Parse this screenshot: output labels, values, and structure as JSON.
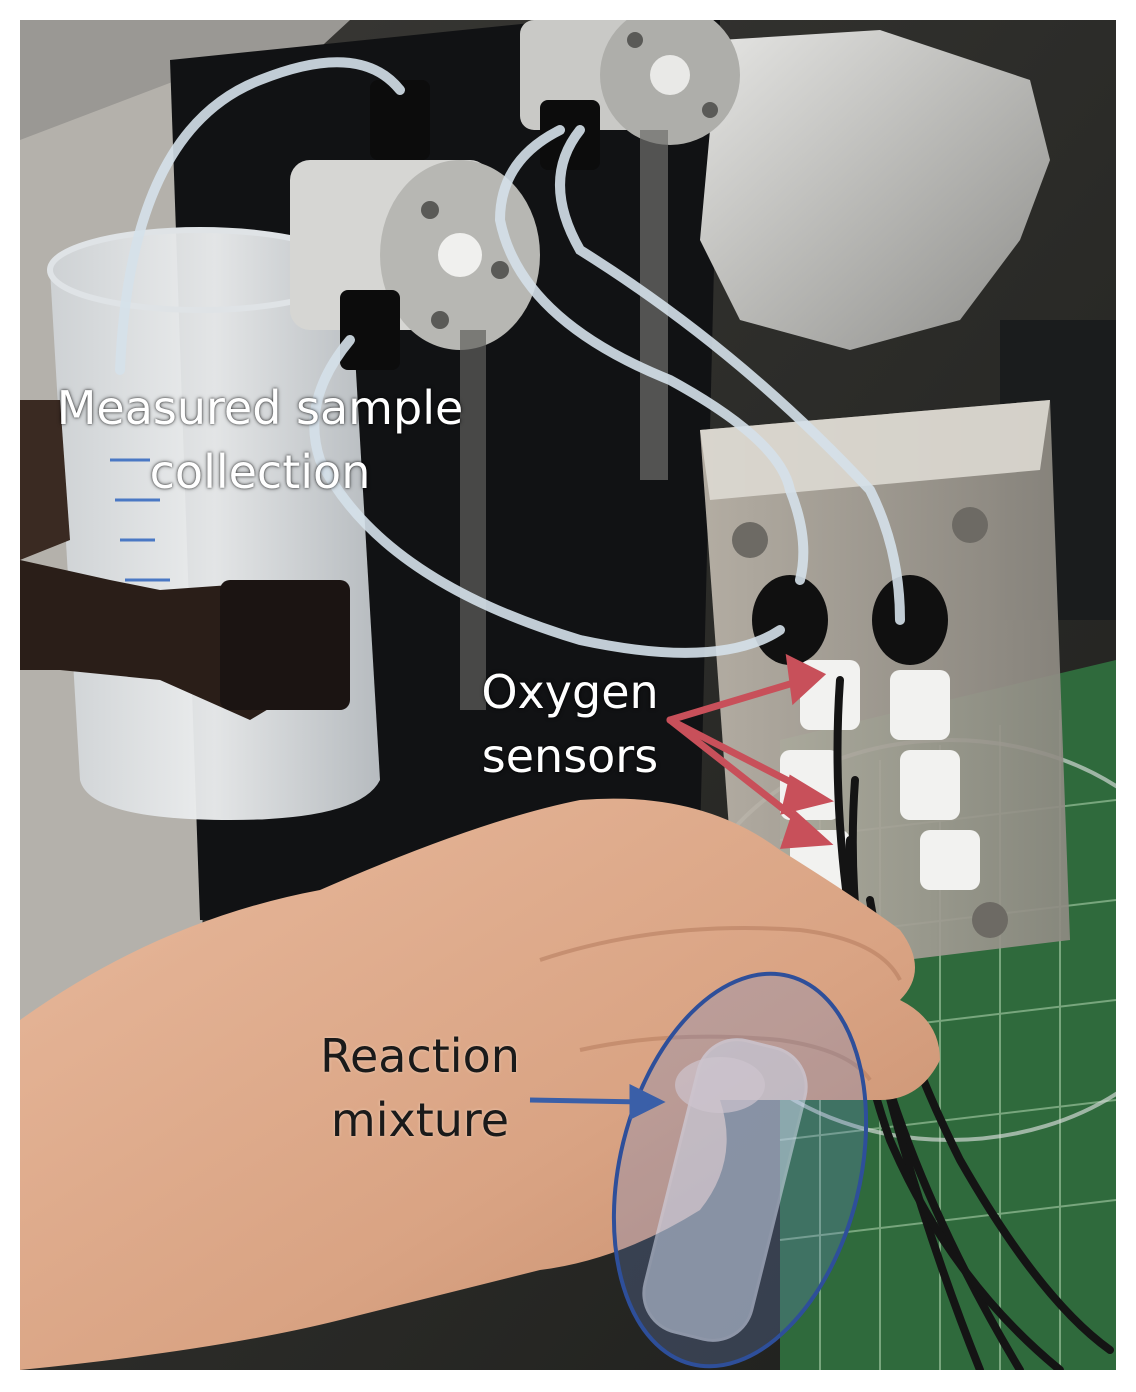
{
  "labels": {
    "collection": {
      "line1": "Measured sample",
      "line2": "collection"
    },
    "sensors": {
      "line1": "Oxygen",
      "line2": "sensors"
    },
    "mixture": {
      "line1": "Reaction",
      "line2": "mixture"
    }
  },
  "colors": {
    "sensor_arrow": "#c8505a",
    "mixture_arrow": "#3a5fa8",
    "highlight_ellipse": "#2e4f9a"
  }
}
